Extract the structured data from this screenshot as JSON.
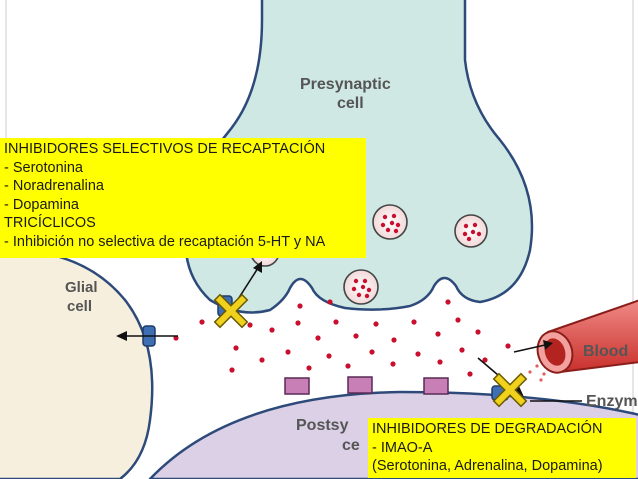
{
  "diagram": {
    "labels": {
      "presynaptic": [
        "Presynaptic",
        "cell"
      ],
      "glial": [
        "Glial",
        "cell"
      ],
      "postsynaptic": [
        "Postsy",
        "ce"
      ],
      "blood": "Blood",
      "enzyme": "Enzyme"
    },
    "colors": {
      "presynaptic_fill": "#cfe8e3",
      "glial_fill": "#f6efdd",
      "postsynaptic_fill": "#dcd0e6",
      "vesicle_dot": "#c8102e",
      "blood_vessel": "#e5524f",
      "blocker": "#f0d21c",
      "note_bg": "#ffff00"
    }
  },
  "notes": {
    "reuptake": {
      "title": "INHIBIDORES SELECTIVOS DE RECAPTACIÓN",
      "items": [
        "-   Serotonina",
        "-   Noradrenalina",
        "-   Dopamina"
      ],
      "subtitle": "TRICÍCLICOS",
      "detail": "- Inhibición no selectiva de recaptación 5-HT y NA"
    },
    "degradation": {
      "title": "INHIBIDORES DE DEGRADACIÓN",
      "item": "-   IMAO-A",
      "detail": "(Serotonina, Adrenalina, Dopamina)"
    }
  }
}
